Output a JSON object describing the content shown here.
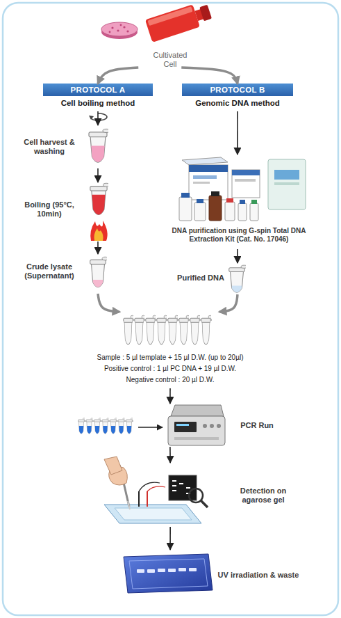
{
  "diagram": {
    "nodes": [
      {
        "text": [
          "Cultivated Cell"
        ]
      },
      {
        "text": [
          "PROTOCOL A",
          "Cell boiling method"
        ]
      },
      {
        "text": [
          "PROTOCOL B",
          "Genomic DNA method"
        ]
      },
      {
        "text": [
          "Cell harvest & washing"
        ]
      },
      {
        "text": [
          "Boiling (95°C, 10min)"
        ]
      },
      {
        "text": [
          "Crude lysate (Supernatant)"
        ]
      },
      {
        "text": [
          "DNA purification using G-spin Total DNA Extraction Kit (Cat. No. 17046)"
        ]
      },
      {
        "text": [
          "Purified DNA"
        ]
      },
      {
        "text": [
          "Sample : 5 µl template + 15 µl D.W. (up to 20µl)",
          "Positive control : 1 µl PC DNA + 19 µl D.W.",
          "Negative control : 20 µl D.W."
        ]
      },
      {
        "text": [
          "PCR Run"
        ]
      },
      {
        "text": [
          "Detection on agarose gel"
        ]
      },
      {
        "text": [
          "UV irradiation & waste"
        ]
      }
    ],
    "edges": [
      {
        "from": 0,
        "to": 1,
        "arrow": "to"
      },
      {
        "from": 0,
        "to": 2,
        "arrow": "to"
      },
      {
        "from": 1,
        "to": 3,
        "arrow": "to"
      },
      {
        "from": 3,
        "to": 4,
        "arrow": "to"
      },
      {
        "from": 4,
        "to": 5,
        "arrow": "to"
      },
      {
        "from": 2,
        "to": 6,
        "arrow": "to"
      },
      {
        "from": 6,
        "to": 7,
        "arrow": "to"
      },
      {
        "from": 5,
        "to": 8,
        "arrow": "to"
      },
      {
        "from": 7,
        "to": 8,
        "arrow": "to"
      },
      {
        "from": 8,
        "to": 9,
        "arrow": "to"
      },
      {
        "from": 9,
        "to": 10,
        "arrow": "to"
      },
      {
        "from": 10,
        "to": 11,
        "arrow": "to"
      }
    ]
  }
}
